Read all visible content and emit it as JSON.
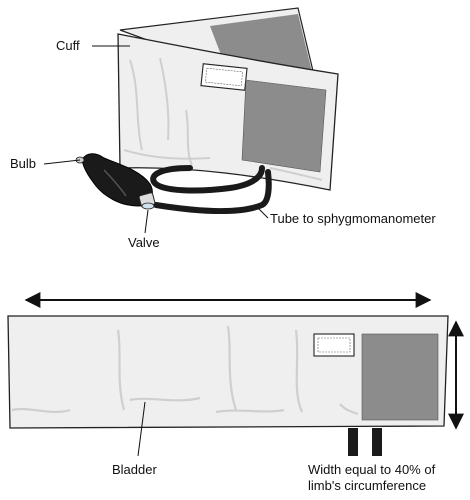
{
  "labels": {
    "cuff": "Cuff",
    "bulb": "Bulb",
    "valve": "Valve",
    "tube": "Tube to sphygmomanometer",
    "bladder": "Bladder",
    "width_line1": "Width equal to 40% of",
    "width_line2": "limb's circumference"
  },
  "colors": {
    "cuff_fill": "#efefef",
    "panel_gray": "#8c8c8c",
    "outline": "#222222",
    "wrinkle": "#cfcfcf",
    "bulb_black": "#1a1a1a"
  }
}
